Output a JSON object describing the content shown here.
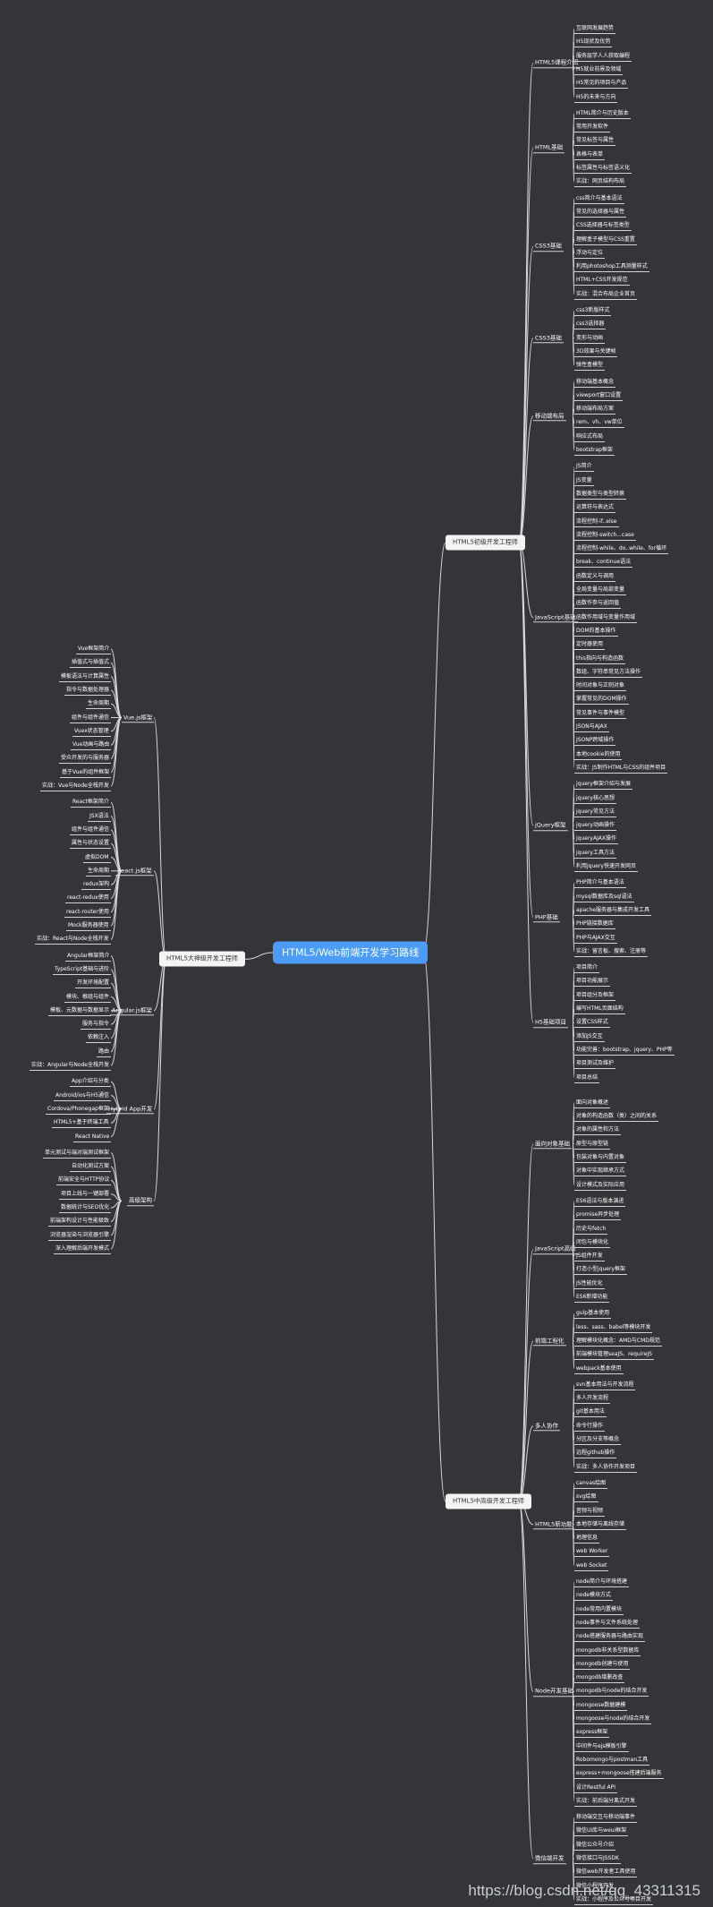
{
  "colors": {
    "background": "#333538",
    "root": "#4a9cf6",
    "line": "#d7d9dc",
    "text": "#ffffff"
  },
  "watermark": "https://blog.csdn.net/qq_43311315",
  "mindmap": {
    "root": "HTML5/Web前端开发学习路线",
    "left": [
      {
        "label": "HTML5大神级开发工程师",
        "children": [
          {
            "label": "Vue.js框架",
            "children": [
              "Vue框架简介",
              "插值式与插值式",
              "模板语法与计算属性",
              "指令与数据处理器",
              "生命周期",
              "组件与组件通信",
              "Vuex状态管理",
              "Vue动画与路由",
              "受众开发的与服务器",
              "基于Vue的组件框架",
              "实战：Vue与Node全栈开发"
            ]
          },
          {
            "label": "React.js框架",
            "children": [
              "React框架简介",
              "JSX语法",
              "组件与组件通信",
              "属性与状态设置",
              "虚拟DOM",
              "生命周期",
              "redux架构",
              "react-redux使用",
              "react-router使用",
              "Mock服务器使用",
              "实战：React与Node全栈开发"
            ]
          },
          {
            "label": "Angular.js框架",
            "children": [
              "Angular框架简介",
              "TypeScript基础与进阶",
              "开发环境配置",
              "模块、根组与组件",
              "模板、元数据与数据显示",
              "服务与指令",
              "依赖注入",
              "路由",
              "实战：Angular与Node全栈开发"
            ]
          },
          {
            "label": "Hybrid App开发",
            "children": [
              "App介绍与分类",
              "Android/ios与H5通信",
              "Cordova/Phonegap框架",
              "HTML5+基于终端工具",
              "React Native"
            ]
          },
          {
            "label": "高级架构",
            "children": [
              "单元测试与端对端测试框架",
              "自动化测试方案",
              "前端安全与HTTP协议",
              "项目上线与一键部署",
              "数据统计与SEO优化",
              "前端架构设计与性能极致",
              "浏览器渲染与浏览器引擎",
              "深入理解后端开发模式"
            ]
          }
        ]
      }
    ],
    "right": [
      {
        "label": "HTML5初级开发工程师",
        "children": [
          {
            "label": "HTML5课程介绍",
            "children": [
              "互联网发展趋势",
              "H5现状及优势",
              "服务层学人人获取编程",
              "H5就业前景及领域",
              "H5常见的项目与产品",
              "H5的未来与方向"
            ]
          },
          {
            "label": "HTML基础",
            "children": [
              "HTML简介与历史版本",
              "常用开发软件",
              "常见标签与属性",
              "表格与表单",
              "标签属性与标签语义化",
              "实战：网页结构布局"
            ]
          },
          {
            "label": "CSS3基础",
            "children": [
              "css简介与基本语法",
              "常见的选择器与属性",
              "CSS选择器与标签类型",
              "理解盒子模型与CSS重置",
              "浮动与定位",
              "利用photoshop工具测量样式",
              "HTML+CSS开发规范",
              "实战：混合布局企业首页"
            ]
          },
          {
            "label": "CSS3基础",
            "children": [
              "css3新版样式",
              "css3选择器",
              "变形与动画",
              "3D效果与关键帧",
              "弹性盒模型"
            ]
          },
          {
            "label": "移动端布局",
            "children": [
              "移动端基本概念",
              "viewport窗口设置",
              "移动端布局方案",
              "rem、vh、vw单位",
              "响应式布局",
              "bootstrap框架"
            ]
          },
          {
            "label": "JavaScript基础",
            "children": [
              "JS简介",
              "JS变量",
              "数据类型与类型转换",
              "运算符与表达式",
              "流程控制-if..else",
              "流程控制-switch...case",
              "流程控制-while、do..while、for循环",
              "break、continue语法",
              "函数定义与调用",
              "全局变量与局部变量",
              "函数作参与返回值",
              "函数作用域与变量作用域",
              "DOM的基本操作",
              "定时器使用",
              "this指向与构造函数",
              "数组、字符串常见方法操作",
              "时间对象与正则对象",
              "掌握常见的DOM操作",
              "常见事件与事件模型",
              "JSON与AJAX",
              "JSONP跨域操作",
              "本地cookie的使用",
              "实战：JS制作HTML与CSS的组件项目"
            ]
          },
          {
            "label": "jQuery框架",
            "children": [
              "jquery框架介绍与发展",
              "jquery核心思想",
              "jquery常见方法",
              "jquery动画操作",
              "jqueryAJAX操作",
              "jquery工具方法",
              "利用jquery快速开发网页"
            ]
          },
          {
            "label": "PHP基础",
            "children": [
              "PHP简介与基本语法",
              "mysql数据库及sql语法",
              "apache服务器与集成开发工具",
              "PHP链接数据库",
              "PHP与AJAX交互",
              "实战：留言板、搜索、注册等"
            ]
          },
          {
            "label": "H5基础项目",
            "children": [
              "项目简介",
              "项目功能展示",
              "项目组分及框架",
              "编写HTML页面结构",
              "设置CSS样式",
              "添加JS交互",
              "功能完善：bootstrap、jquery、PHP等",
              "项目测试及维护",
              "项目总结"
            ]
          }
        ]
      },
      {
        "label": "HTML5中高级开发工程师",
        "children": [
          {
            "label": "面向对象基础",
            "children": [
              "面向对象概述",
              "对象的构造函数（类）之间的关系",
              "对象的属性和方法",
              "原型与原型链",
              "包装对象与内置对象",
              "对象中实现继承方式",
              "设计模式及实际应用"
            ]
          },
          {
            "label": "JavaScript高级",
            "children": [
              "ES6语法与版本演进",
              "promise异步处理",
              "历史与fetch",
              "闭包与模块化",
              "JS组件开发",
              "打造小型jquery框架",
              "JS性能优化",
              "ES6新增功能"
            ]
          },
          {
            "label": "前端工程化",
            "children": [
              "gulp基本使用",
              "less、sass、babel等模块开发",
              "理解模块化概念：AMD与CMD规范",
              "前端模块管理seaJS、requireJS",
              "webpack基本使用"
            ]
          },
          {
            "label": "多人协作",
            "children": [
              "svn基本用法与开发流程",
              "多人开发流程",
              "git基本用法",
              "命令行操作",
              "分区及分支等概念",
              "远程github操作",
              "实战：多人协作开发项目"
            ]
          },
          {
            "label": "HTML5新功能",
            "children": [
              "canvas绘图",
              "svg绘图",
              "音频与视频",
              "本地存储与离线存储",
              "地理信息",
              "web Worker",
              "web Socket"
            ]
          },
          {
            "label": "Node开发基础",
            "children": [
              "node简介与环境搭建",
              "node模块方式",
              "node常用内置模块",
              "node事件与文件系统处理",
              "node搭建服务器与路由实现",
              "mongodb非关系型数据库",
              "mongodb创建与使用",
              "mongodb增删改查",
              "mongodb与node的结合开发",
              "mongoose数据建模",
              "mongoose与node的结合开发",
              "express框架",
              "中间件与ejs模板引擎",
              "Robomongo与postman工具",
              "express+mongoose搭建后端服务",
              "设计Restful API",
              "实战：前后端分离式开发"
            ]
          },
          {
            "label": "微信端开发",
            "children": [
              "移动端交互与移动端事件",
              "微信UI库与weui框架",
              "微信公众号介绍",
              "微信接口与JSSDK",
              "微信web开发者工具使用",
              "微信小程序开发",
              "实战：小程序及公众号项目开发"
            ]
          }
        ]
      }
    ]
  }
}
